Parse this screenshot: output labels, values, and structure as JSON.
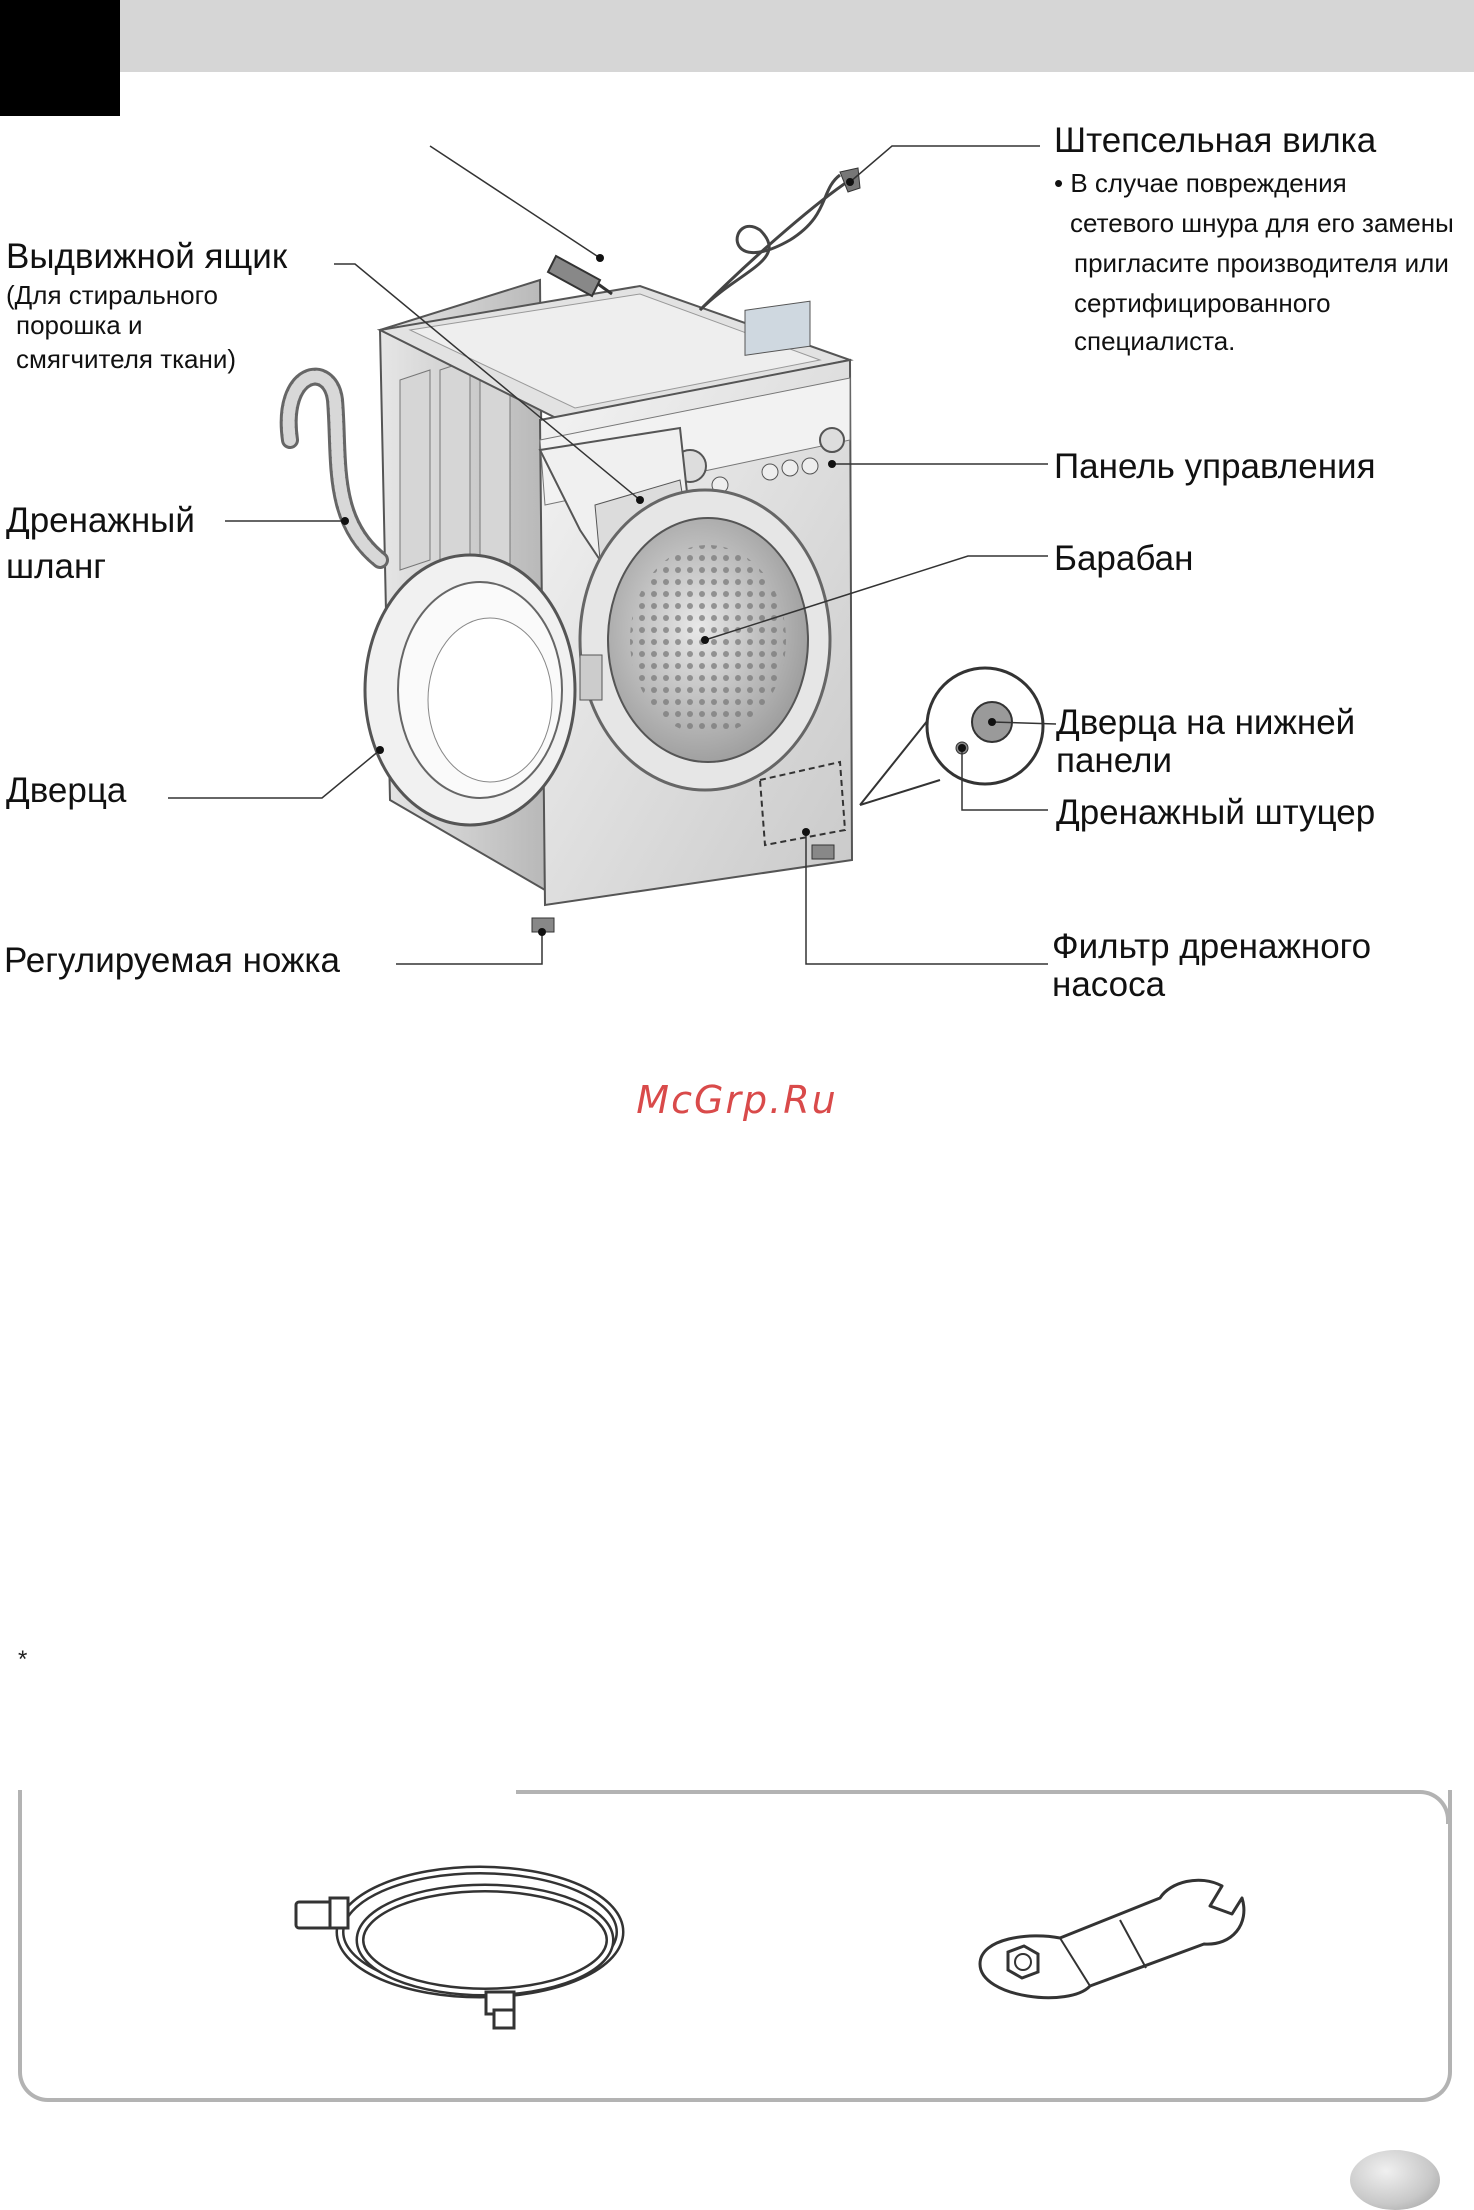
{
  "labels": {
    "plug": "Штепсельная вилка",
    "plug_note": [
      "• В случае повреждения",
      "сетевого шнура для его замены",
      "пригласите производителя или",
      "сертифицированного",
      "специалиста."
    ],
    "drawer": "Выдвижной ящик",
    "drawer_note": [
      "(Для стирального",
      "порошка и",
      "смягчителя ткани)"
    ],
    "control_panel": "Панель управления",
    "drain_hose": [
      "Дренажный",
      "шланг"
    ],
    "drum": "Барабан",
    "lower_door": [
      "Дверца на нижней",
      "панели"
    ],
    "door": "Дверца",
    "drain_plug": "Дренажный штуцер",
    "adjustable_foot": "Регулируемая ножка",
    "pump_filter": [
      "Фильтр дренажного",
      "насоса"
    ]
  },
  "watermark": "McGrp.Ru",
  "footnote_symbol": "*",
  "colors": {
    "header_bar": "#d6d6d6",
    "header_block": "#000000",
    "watermark": "#d94a4a",
    "frame": "#b3b3b3"
  },
  "icons": {
    "inlet_hose": "water-inlet-hose-icon",
    "wrench": "spanner-wrench-icon"
  }
}
